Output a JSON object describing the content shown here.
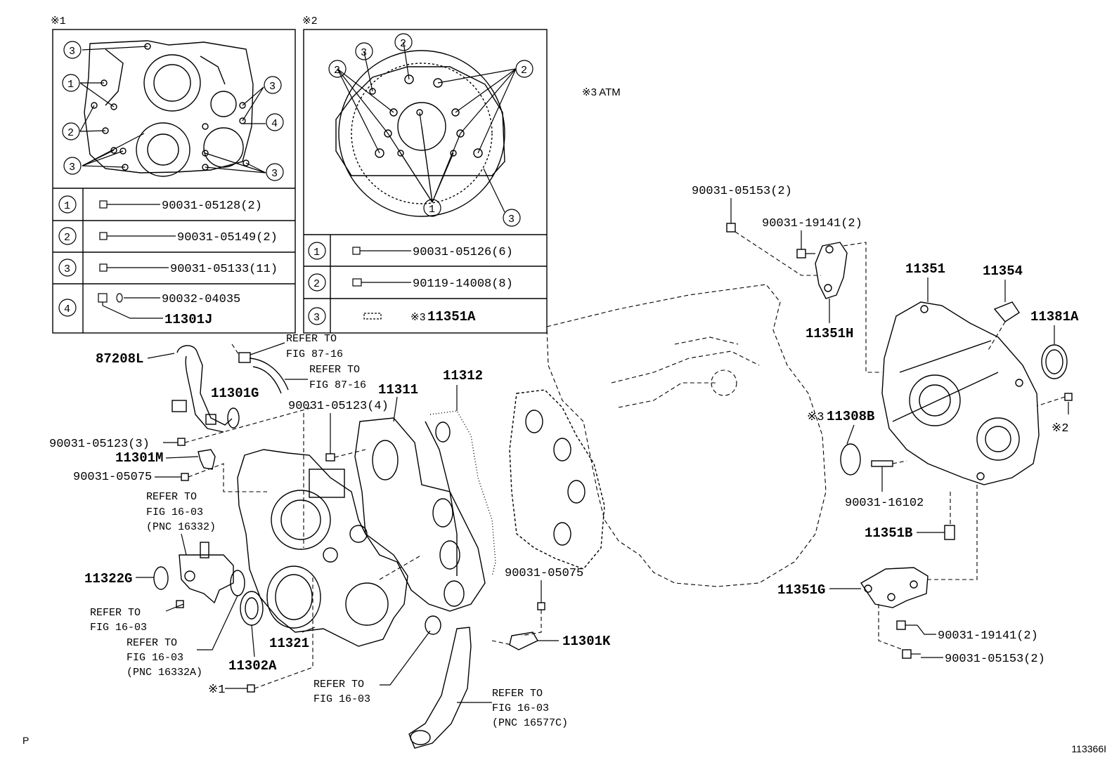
{
  "inset1": {
    "mark": "※1",
    "rows": [
      {
        "num": "1",
        "part": "90031-05128(2)"
      },
      {
        "num": "2",
        "part": "90031-05149(2)"
      },
      {
        "num": "3",
        "part": "90031-05133(11)"
      },
      {
        "num": "4",
        "part": "90032-04035",
        "part2": "11301J"
      }
    ]
  },
  "inset2": {
    "mark": "※2",
    "rows": [
      {
        "num": "1",
        "part": "90031-05126(6)"
      },
      {
        "num": "2",
        "part": "90119-14008(8)"
      },
      {
        "num": "3",
        "mark": "※3",
        "part": "11351A"
      }
    ]
  },
  "note_atm": "※3 ATM",
  "callout_nums": {
    "one": "1",
    "two": "2",
    "three": "3",
    "four": "4"
  },
  "labels": {
    "p87208L": "87208L",
    "p11301G": "11301G",
    "p90031_05123_3": "90031-05123(3)",
    "p11301M": "11301M",
    "p90031_05075_a": "90031-05075",
    "p11322G": "11322G",
    "p11302A": "11302A",
    "p11321": "11321",
    "p90031_05123_4": "90031-05123(4)",
    "p11311": "11311",
    "p11312": "11312",
    "p90031_05075_b": "90031-05075",
    "p11301K": "11301K",
    "p90031_05153_top": "90031-05153(2)",
    "p90031_19141_top": "90031-19141(2)",
    "p11351H": "11351H",
    "p11351": "11351",
    "p11354": "11354",
    "p11381A": "11381A",
    "p11308B_mark": "※3",
    "p11308B": "11308B",
    "p_mark2": "※2",
    "p90031_16102": "90031-16102",
    "p11351B": "11351B",
    "p11351G": "11351G",
    "p90031_19141_bot": "90031-19141(2)",
    "p90031_05153_bot": "90031-05153(2)",
    "p_mark1": "※1"
  },
  "refs": {
    "refer_to": "REFER TO",
    "fig_87_16": "FIG 87-16",
    "fig_16_03": "FIG 16-03",
    "pnc_16332": "(PNC 16332)",
    "pnc_16332A": "(PNC 16332A)",
    "pnc_16577C": "(PNC 16577C)"
  },
  "corner": {
    "left": "P",
    "right": "113366I"
  }
}
